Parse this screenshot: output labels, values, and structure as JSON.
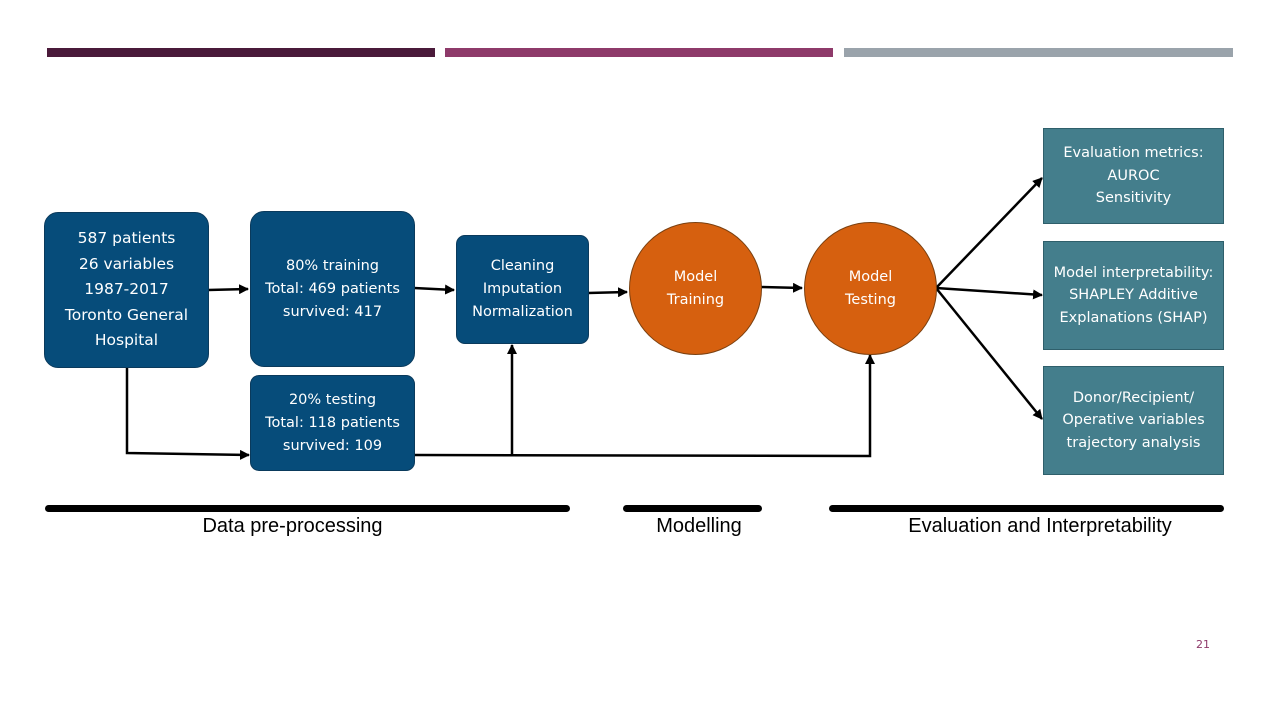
{
  "nodes": {
    "source": "587 patients\n26 variables\n1987-2017\nToronto General\nHospital",
    "training_split": "80% training\nTotal: 469 patients\nsurvived: 417",
    "testing_split": "20% testing\nTotal: 118 patients\nsurvived: 109",
    "preprocess": "Cleaning\nImputation\nNormalization",
    "model_training": "Model\nTraining",
    "model_testing": "Model\nTesting",
    "eval_metrics": "Evaluation metrics:\nAUROC\nSensitivity",
    "interpretability": "Model interpretability:\nSHAPLEY Additive\nExplanations (SHAP)",
    "trajectory": "Donor/Recipient/\nOperative variables\ntrajectory analysis"
  },
  "phases": {
    "preprocessing": "Data pre-processing",
    "modelling": "Modelling",
    "evaluation": "Evaluation and Interpretability"
  },
  "page_number": "21",
  "colors": {
    "node_blue": "#064c7a",
    "node_orange": "#d6600f",
    "node_teal": "#447e8c",
    "bar_1": "#4a1a3a",
    "bar_2": "#8e3a6a",
    "bar_3": "#9aa3ab"
  }
}
